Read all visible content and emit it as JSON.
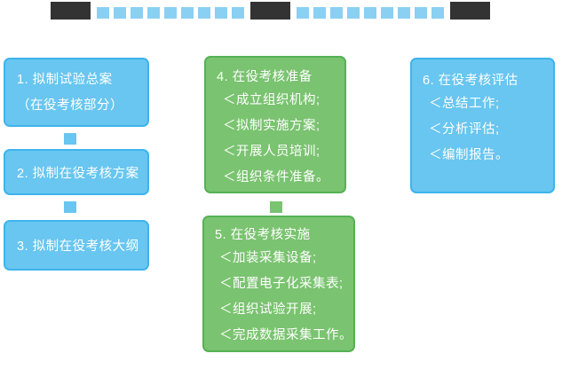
{
  "colors": {
    "background": "#ffffff",
    "text": "#ffffff",
    "blue_fill": "#68c6f0",
    "blue_border": "#3eb4ed",
    "green_fill": "#7ac370",
    "green_border": "#55b155",
    "bar_dark": "#333333",
    "bar_dash": "#8ad0f3"
  },
  "topbar": {
    "dash_count_left": 9,
    "dash_count_right": 9
  },
  "boxes": {
    "box1": {
      "lines": [
        "1. 拟制试验总案",
        "（在役考核部分）"
      ]
    },
    "box2": {
      "lines": [
        "2. 拟制在役考核方案"
      ]
    },
    "box3": {
      "lines": [
        "3. 拟制在役考核大纲"
      ]
    },
    "box4": {
      "title": "4. 在役考核准备",
      "items": [
        "＜成立组织机构;",
        "＜拟制实施方案;",
        "＜开展人员培训;",
        "＜组织条件准备。"
      ]
    },
    "box5": {
      "title": "5. 在役考核实施",
      "items": [
        "＜加装采集设备;",
        "＜配置电子化采集表;",
        "＜组织试验开展;",
        "＜完成数据采集工作。"
      ]
    },
    "box6": {
      "title": "6. 在役考核评估",
      "items": [
        "＜总结工作;",
        "＜分析评估;",
        "＜编制报告。"
      ]
    }
  }
}
